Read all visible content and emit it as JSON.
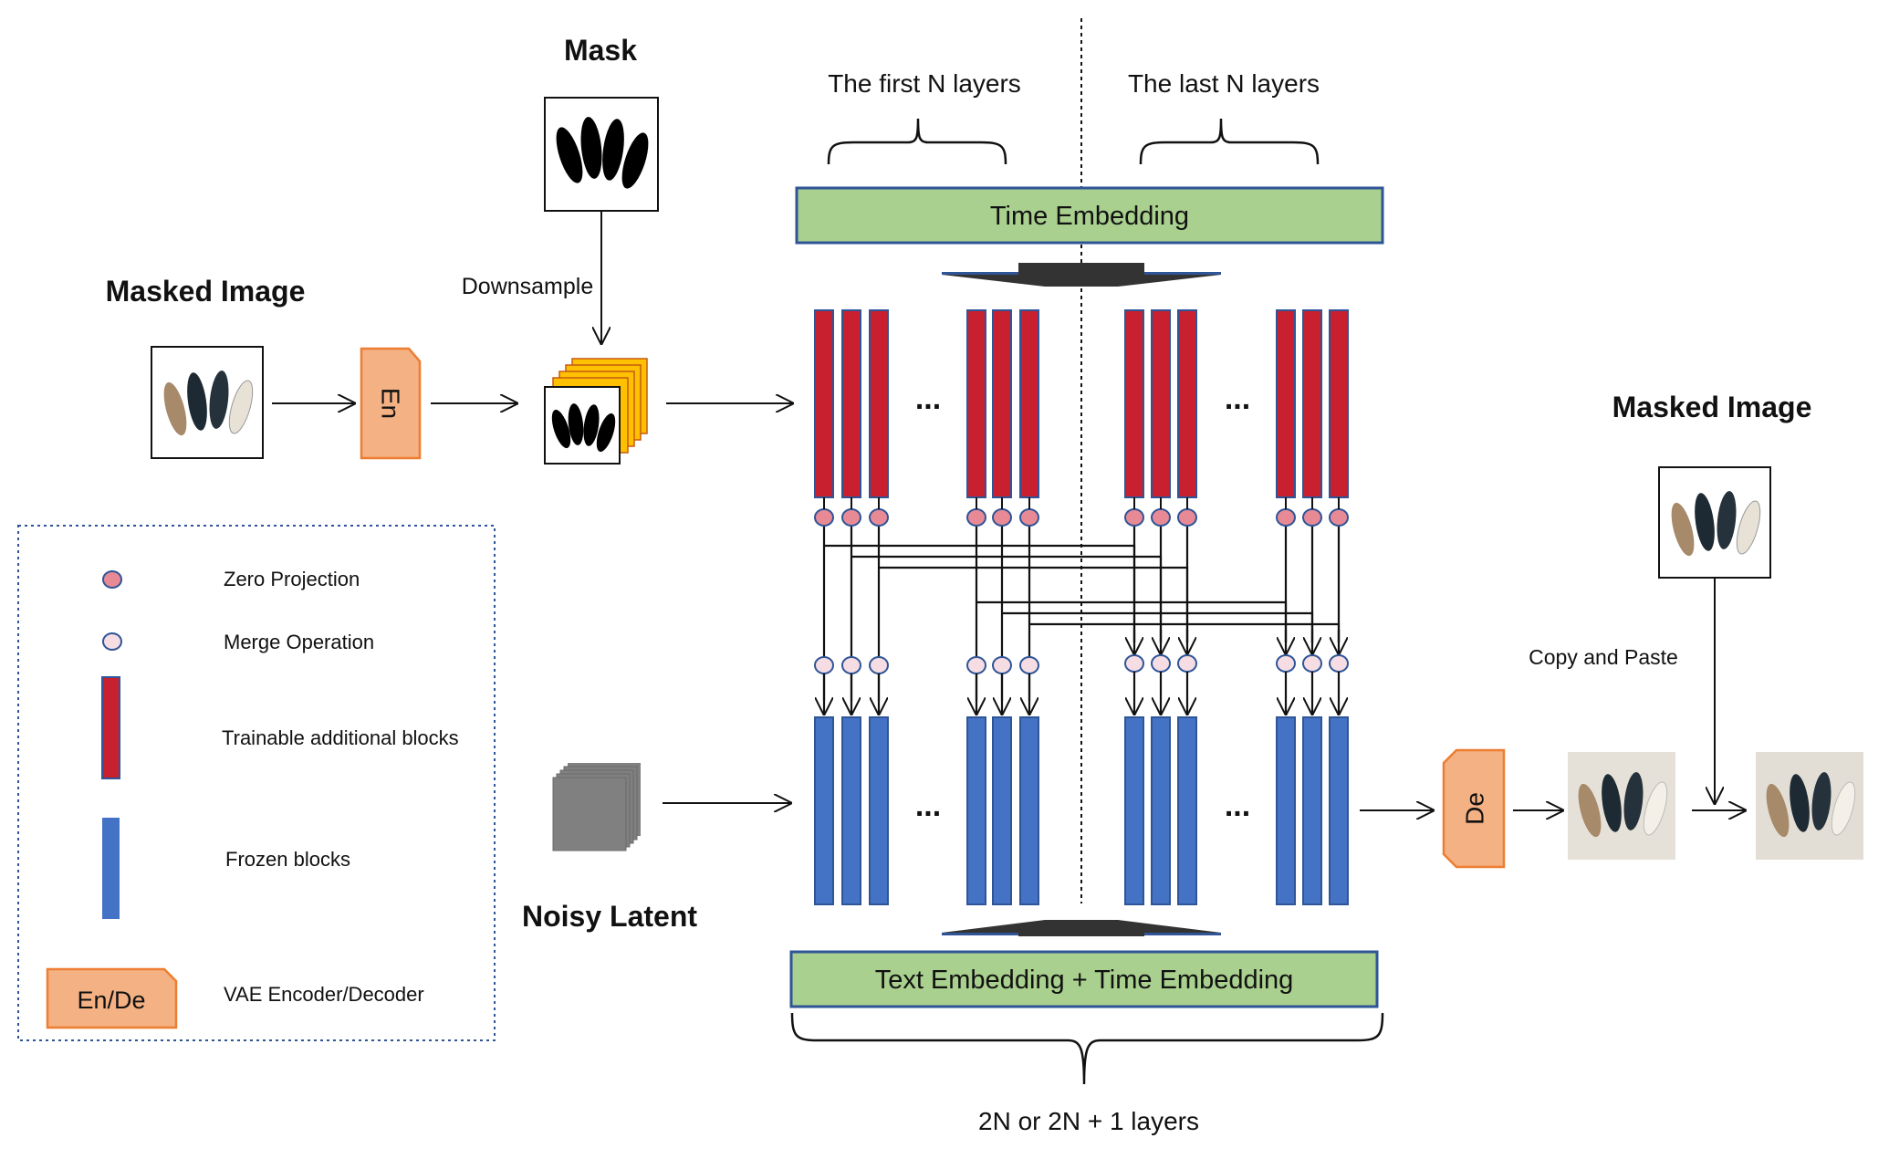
{
  "labels": {
    "mask_title": "Mask",
    "masked_image_left_title": "Masked Image",
    "masked_image_right_title": "Masked Image",
    "downsample": "Downsample",
    "encoder": "En",
    "decoder": "De",
    "noisy_latent": "Noisy Latent",
    "first_n_layers": "The first N layers",
    "last_n_layers": "The last N layers",
    "time_embedding": "Time Embedding",
    "text_time_embedding": "Text Embedding + Time Embedding",
    "total_layers": "2N or 2N + 1 layers",
    "copy_and_paste": "Copy and Paste",
    "ellipsis": "..."
  },
  "legend": {
    "zero_projection": "Zero Projection",
    "merge_operation": "Merge Operation",
    "trainable_blocks": "Trainable additional blocks",
    "frozen_blocks": "Frozen blocks",
    "vae": "VAE Encoder/Decoder",
    "vae_icon_label": "En/De"
  },
  "colors": {
    "trainable_block": "#c8202e",
    "frozen_block": "#4472c4",
    "embedding_fill": "#a9d08e",
    "embedding_border": "#2f5597",
    "vae_fill": "#f4b183",
    "vae_border": "#ed7d31",
    "zero_projection": "#e88a95",
    "merge_operation": "#f6dde3",
    "node_border": "#2f5597",
    "mask_stack": "#ffc000",
    "latent_gray": "#808080"
  }
}
